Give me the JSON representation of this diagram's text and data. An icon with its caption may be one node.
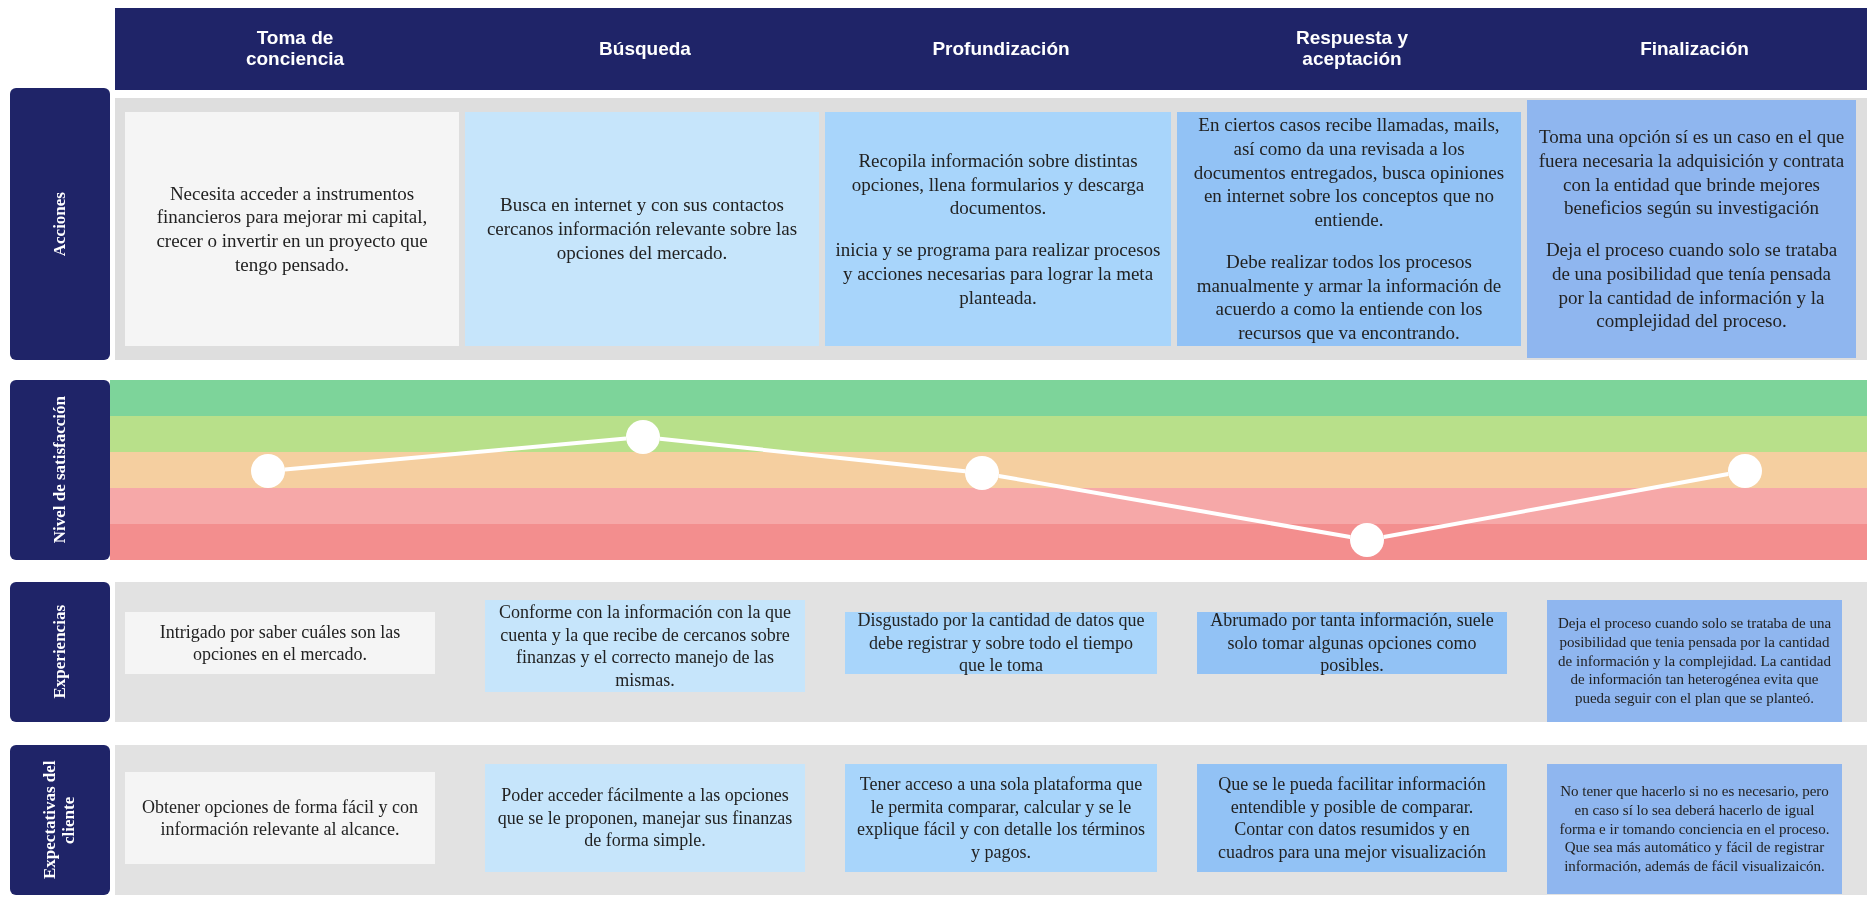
{
  "diagram": {
    "nodes": [
      {
        "text": [
          "Toma de conciencia"
        ]
      },
      {
        "text": [
          "Búsqueda"
        ]
      },
      {
        "text": [
          "Profundización"
        ]
      },
      {
        "text": [
          "Respuesta y aceptación"
        ]
      },
      {
        "text": [
          "Finalización"
        ]
      },
      {
        "text": [
          "Acciones"
        ]
      },
      {
        "text": [
          "Necesita acceder a instrumentos financieros para mejorar mi capital, crecer o invertir en un proyecto que tengo pensado."
        ]
      },
      {
        "text": [
          "Busca en internet y con sus contactos cercanos información relevante sobre las opciones del mercado."
        ]
      },
      {
        "text": [
          "Recopila información sobre distintas opciones, llena formularios y descarga documentos.",
          "inicia y se programa para realizar procesos y acciones necesarias para lograr la meta planteada."
        ]
      },
      {
        "text": [
          "En ciertos casos recibe llamadas, mails, así como da una revisada a los documentos entregados, busca opiniones en internet sobre los conceptos que no entiende.",
          "Debe realizar todos los procesos manualmente y armar la información de acuerdo a como la entiende con los recursos que va encontrando."
        ]
      },
      {
        "text": [
          "Toma una opción sí es un caso en el que fuera necesaria la adquisición y contrata con la entidad que brinde mejores beneficios según su investigación",
          "Deja el proceso cuando solo se trataba de una posibilidad que tenía pensada por la cantidad de información y la complejidad del proceso."
        ]
      },
      {
        "text": [
          "Nivel de satisfacción"
        ]
      },
      {
        "text": [],
        "shape": "circle"
      },
      {
        "text": [],
        "shape": "circle"
      },
      {
        "text": [],
        "shape": "circle"
      },
      {
        "text": [],
        "shape": "circle"
      },
      {
        "text": [],
        "shape": "circle"
      },
      {
        "text": [
          "Experiencias"
        ]
      },
      {
        "text": [
          "Intrigado por saber cuáles son las opciones en el mercado."
        ]
      },
      {
        "text": [
          "Conforme con la información con la que cuenta y la que recibe de cercanos sobre finanzas y el correcto manejo de las mismas."
        ]
      },
      {
        "text": [
          "Disgustado por la cantidad de datos que debe registrar y sobre todo el tiempo que le toma"
        ]
      },
      {
        "text": [
          "Abrumado por tanta información, suele solo tomar algunas opciones como posibles."
        ]
      },
      {
        "text": [
          "Deja el proceso cuando solo se trataba de una posibilidad que tenia pensada por la cantidad de información y la complejidad. La cantidad de información tan heterogénea evita que pueda seguir con el plan que se planteó."
        ]
      },
      {
        "text": [
          "Expectativas del cliente"
        ]
      },
      {
        "text": [
          "Obtener opciones de forma fácil y con información relevante al alcance."
        ]
      },
      {
        "text": [
          "Poder acceder fácilmente a las opciones que se le proponen, manejar sus finanzas de forma simple."
        ]
      },
      {
        "text": [
          "Tener acceso a una sola plataforma que le permita comparar, calcular y se le explique fácil y con detalle los términos y pagos."
        ]
      },
      {
        "text": [
          "Que se le pueda facilitar información entendible y posible de comparar. Contar con datos resumidos y en cuadros para una mejor visualización"
        ]
      },
      {
        "text": [
          "No tener que hacerlo si no es necesario, pero en caso sí lo sea deberá hacerlo de igual forma e ir tomando conciencia en el proceso. Que sea más automático y fácil de registrar información, además de fácil visualizaicón."
        ]
      }
    ],
    "edges": [
      {
        "from": 12,
        "to": 13,
        "arrow": "none"
      },
      {
        "from": 13,
        "to": 14,
        "arrow": "none"
      },
      {
        "from": 14,
        "to": 15,
        "arrow": "none"
      },
      {
        "from": 15,
        "to": 16,
        "arrow": "none"
      }
    ]
  }
}
